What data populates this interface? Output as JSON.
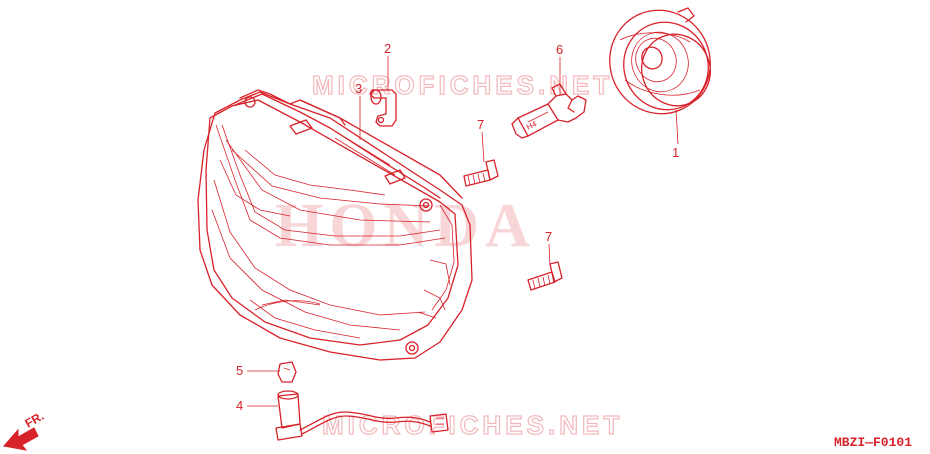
{
  "diagram": {
    "code": "MBZI—F0101",
    "direction_label": "FR.",
    "watermark_top": "MICROFICHES.NET",
    "watermark_bottom": "MICROFICHES.NET",
    "watermark_brand": "HONDA",
    "bulb_marking": "H4",
    "accent_color": "#d8222a",
    "callouts": [
      {
        "id": "c1",
        "label": "1"
      },
      {
        "id": "c2",
        "label": "2"
      },
      {
        "id": "c3",
        "label": "3"
      },
      {
        "id": "c4",
        "label": "4"
      },
      {
        "id": "c5",
        "label": "5"
      },
      {
        "id": "c6",
        "label": "6"
      },
      {
        "id": "c7a",
        "label": "7"
      },
      {
        "id": "c7b",
        "label": "7"
      }
    ]
  }
}
